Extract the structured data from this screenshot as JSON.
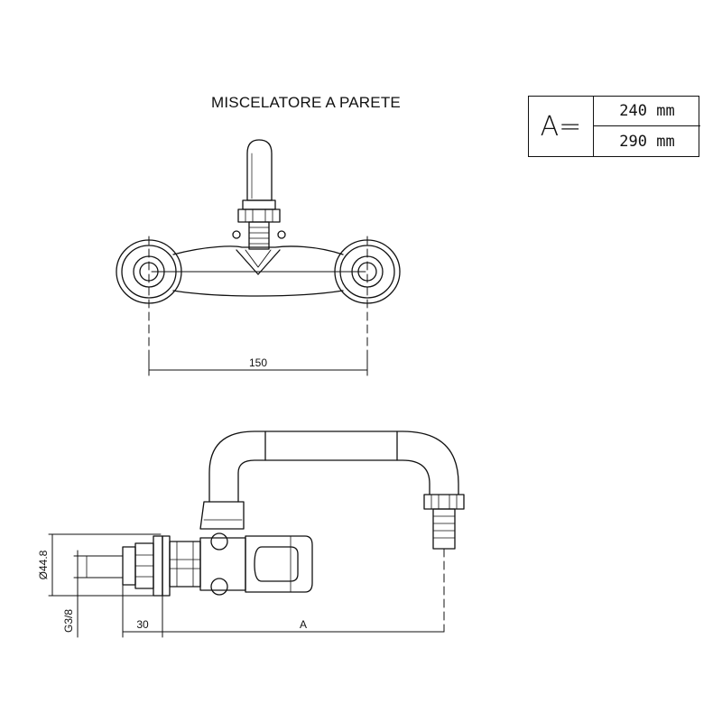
{
  "title": "MISCELATORE A PARETE",
  "spec_table": {
    "variable": "A=",
    "values": [
      "240 mm",
      "290 mm"
    ]
  },
  "dimensions": {
    "front_width": "150",
    "flange_diameter": "Ø44.8",
    "thread": "G3/8",
    "offset": "30",
    "spout_reach": "A"
  }
}
